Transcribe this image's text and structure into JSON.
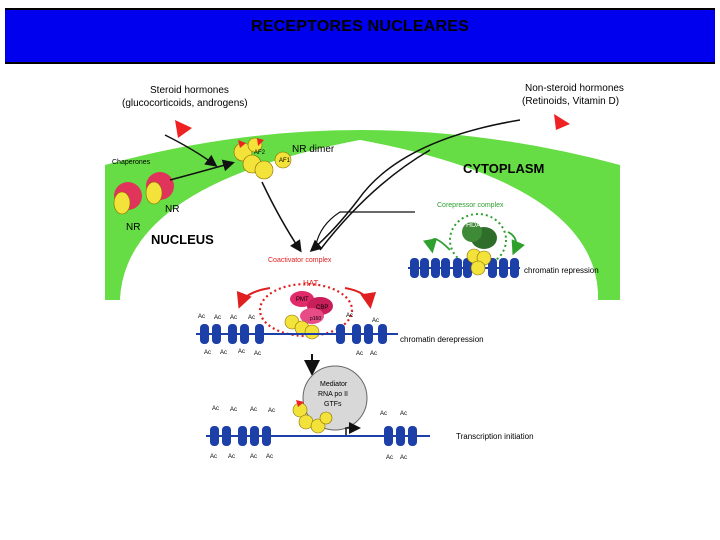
{
  "title": "RECEPTORES NUCLEARES",
  "labels": {
    "steroid_line1": "Steroid hormones",
    "steroid_line2": "(glucocorticoids, androgens)",
    "nonsteroid_line1": "Non-steroid hormones",
    "nonsteroid_line2": "(Retinoids, Vitamin D)",
    "chaperones": "Chaperones",
    "nr_dimer": "NR dimer",
    "af2": "AF2",
    "af1": "AF1",
    "nr_a": "NR",
    "nr_b": "NR",
    "cytoplasm": "CYTOPLASM",
    "nucleus": "NUCLEUS",
    "corepressor_complex": "Corepressor complex",
    "hdac": "HDAC",
    "chromatin_repression": "chromatin repression",
    "coactivator_complex": "Coactivator complex",
    "hat": "HAT",
    "pmt": "PMT",
    "cbp": "CBP",
    "p160": "p160",
    "chromatin_derepression": "chromatin derepression",
    "mediator_line1": "Mediator",
    "mediator_line2": "RNA po II",
    "mediator_line3": "GTFs",
    "transcription_initiation": "Transcription initiation",
    "ac": "Ac"
  },
  "colors": {
    "title_bg": "#0000ee",
    "cytoplasm": "#66dd44",
    "nucleus": "#ffffff",
    "hormone": "#ee2222",
    "receptor": "#f2e23a",
    "receptor_outline": "#8a6d00",
    "chaperone": "#e0345a",
    "histone": "#1d3fa8",
    "coactivator": "#e02a6a",
    "corepressor": "#2f6e2a",
    "mediator": "#d8d8d8",
    "arrow": "#111111",
    "red_arrow": "#e02020",
    "green_arrow": "#2ea02e"
  }
}
